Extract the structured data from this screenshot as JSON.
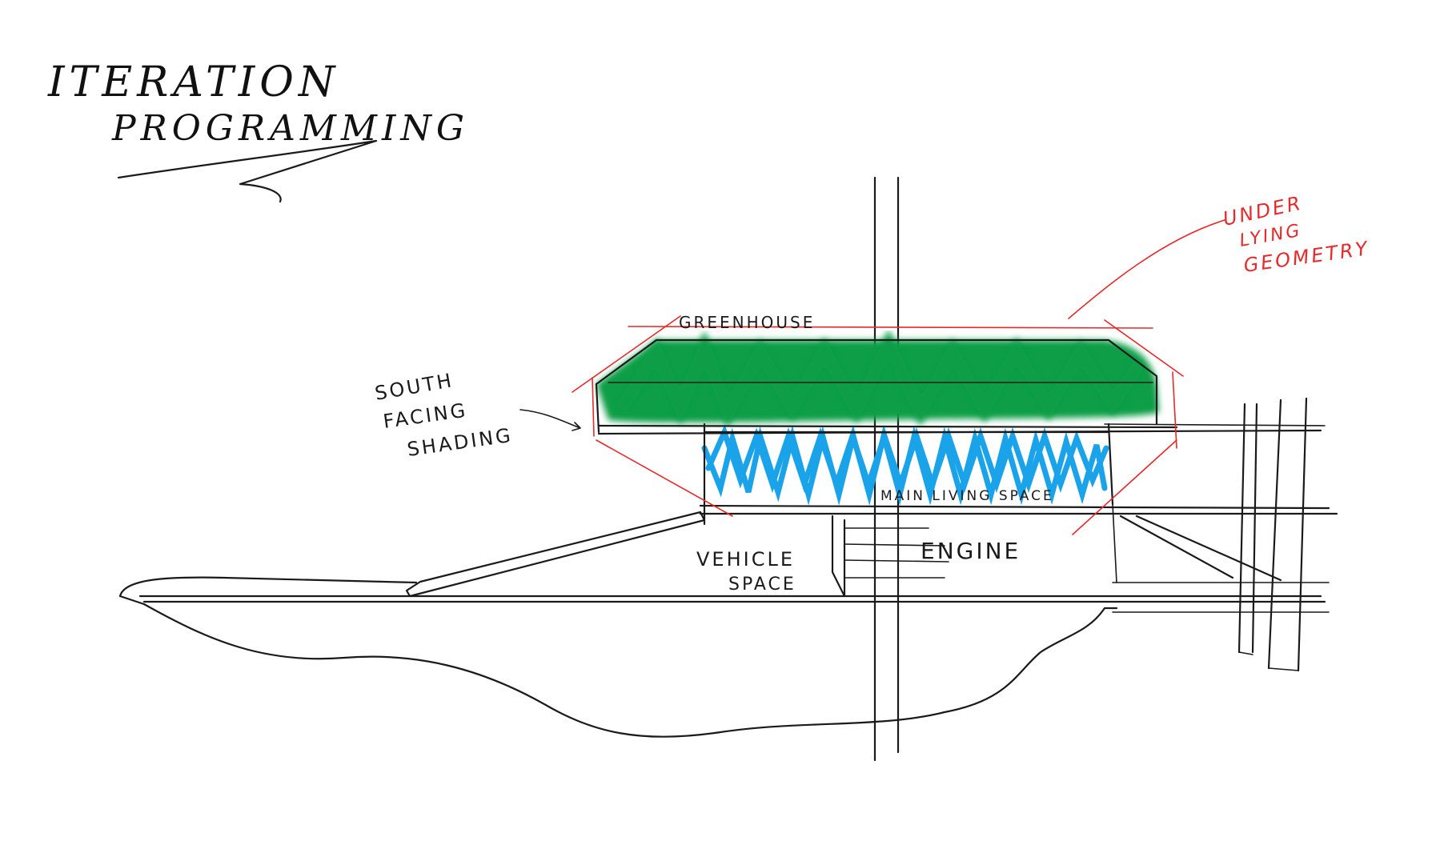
{
  "title": {
    "line1": "ITERATION",
    "line2": "PROGRAMMING"
  },
  "labels": {
    "greenhouse": "GREENHOUSE",
    "main_living": "MAIN LIVING SPACE",
    "south_line1": "SOUTH",
    "south_line2": "FACING",
    "south_line3": "SHADING",
    "vehicle_line1": "VEHICLE",
    "vehicle_line2": "SPACE",
    "engine": "ENGINE",
    "geometry_line1": "UNDER",
    "geometry_line2": "LYING",
    "geometry_line3": "GEOMETRY"
  },
  "colors": {
    "greenhouse_fill": "#0a9e47",
    "living_fill": "#1aa3e8",
    "annotation_red": "#e8292b",
    "ink": "#1a1a1a"
  }
}
